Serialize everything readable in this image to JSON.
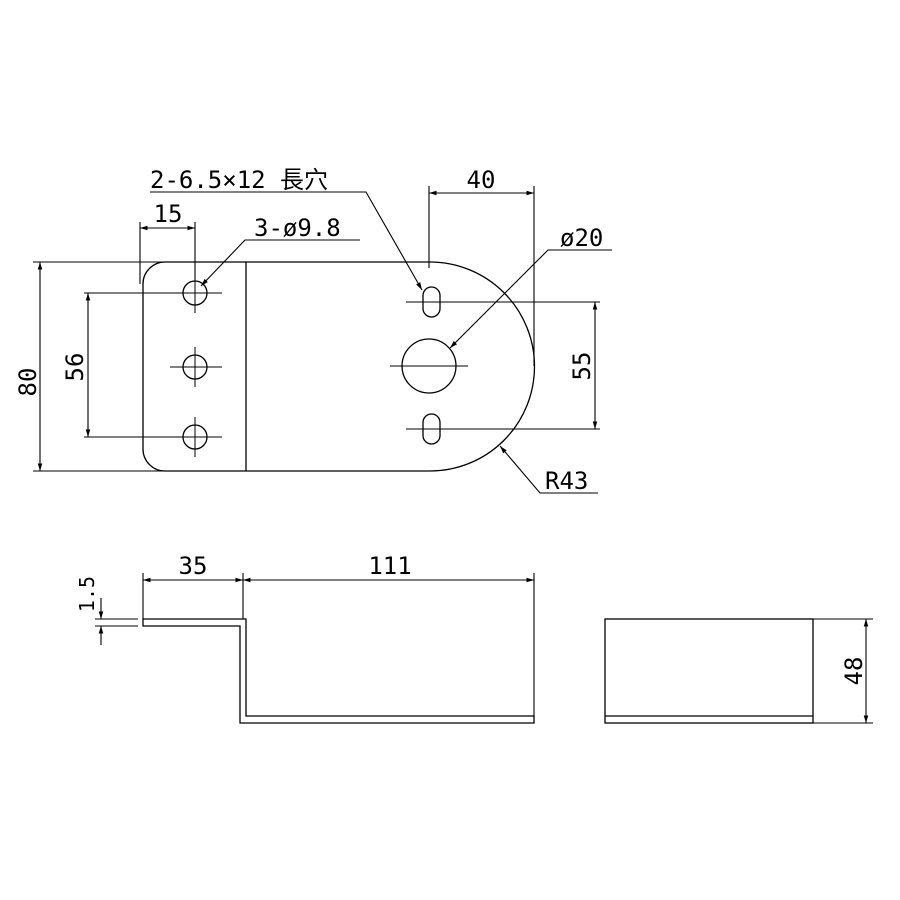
{
  "dimensions": {
    "hole_pitch_15": "15",
    "slot_spec": "2-6.5×12 長穴",
    "hole_spec": "3-ø9.8",
    "dim_40": "40",
    "dia_20": "ø20",
    "height_80": "80",
    "pitch_56": "56",
    "pitch_55": "55",
    "radius_43": "R43",
    "thickness_1_5": "1.5",
    "flange_35": "35",
    "length_111": "111",
    "height_48": "48"
  }
}
